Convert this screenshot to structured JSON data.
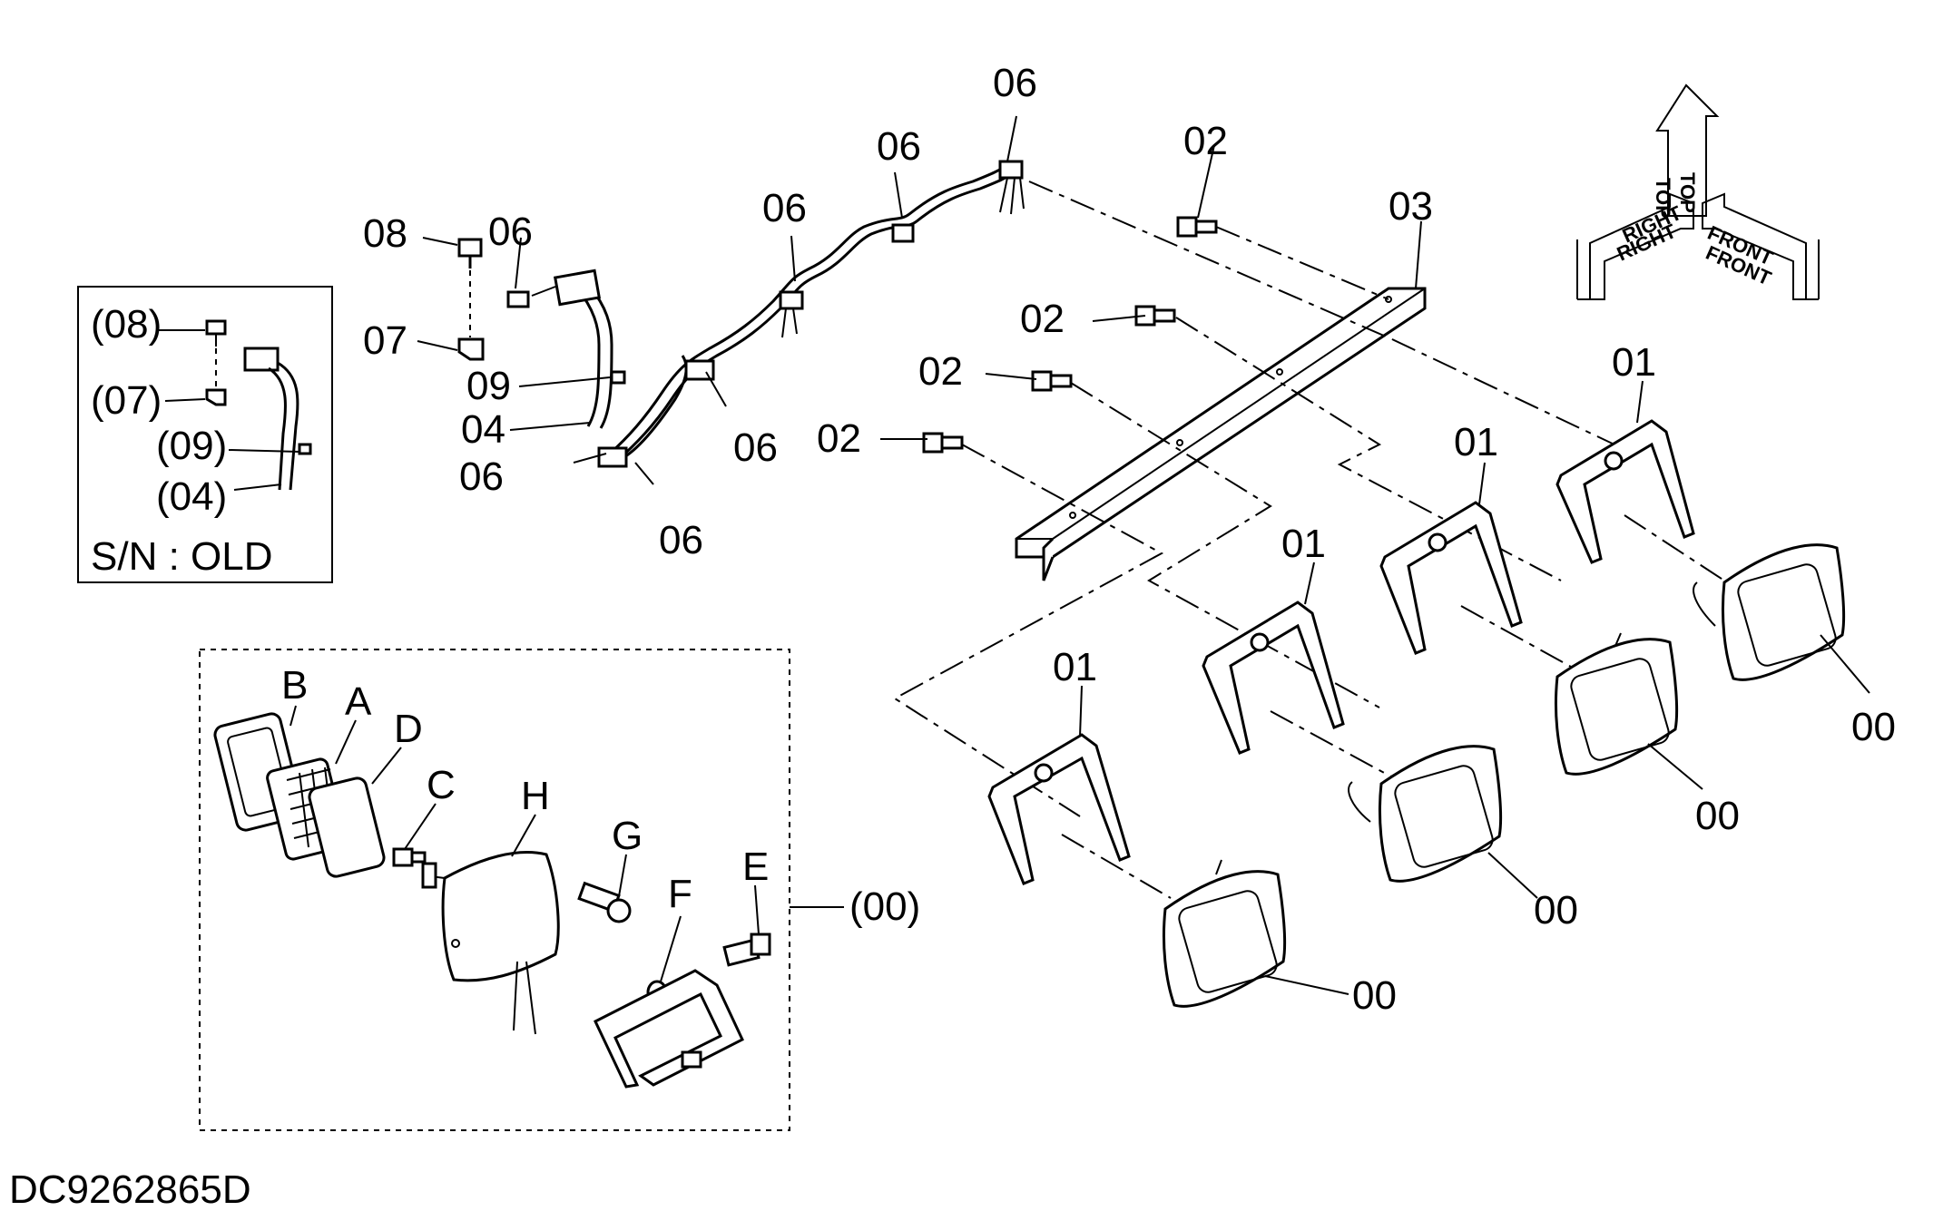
{
  "labels": {
    "p00": "00",
    "p01": "01",
    "p02": "02",
    "p03": "03",
    "p04": "04",
    "p06": "06",
    "p07": "07",
    "p08": "08",
    "p09": "09",
    "old_08": "(08)",
    "old_07": "(07)",
    "old_09": "(09)",
    "old_04": "(04)",
    "sn_old": "S/N : OLD",
    "sub_00": "(00)",
    "A": "A",
    "B": "B",
    "C": "C",
    "D": "D",
    "E": "E",
    "F": "F",
    "G": "G",
    "H": "H",
    "doc_id": "DC9262865D"
  },
  "orientation": {
    "top": "TOP",
    "right": "RIGHT",
    "front": "FRONT"
  }
}
